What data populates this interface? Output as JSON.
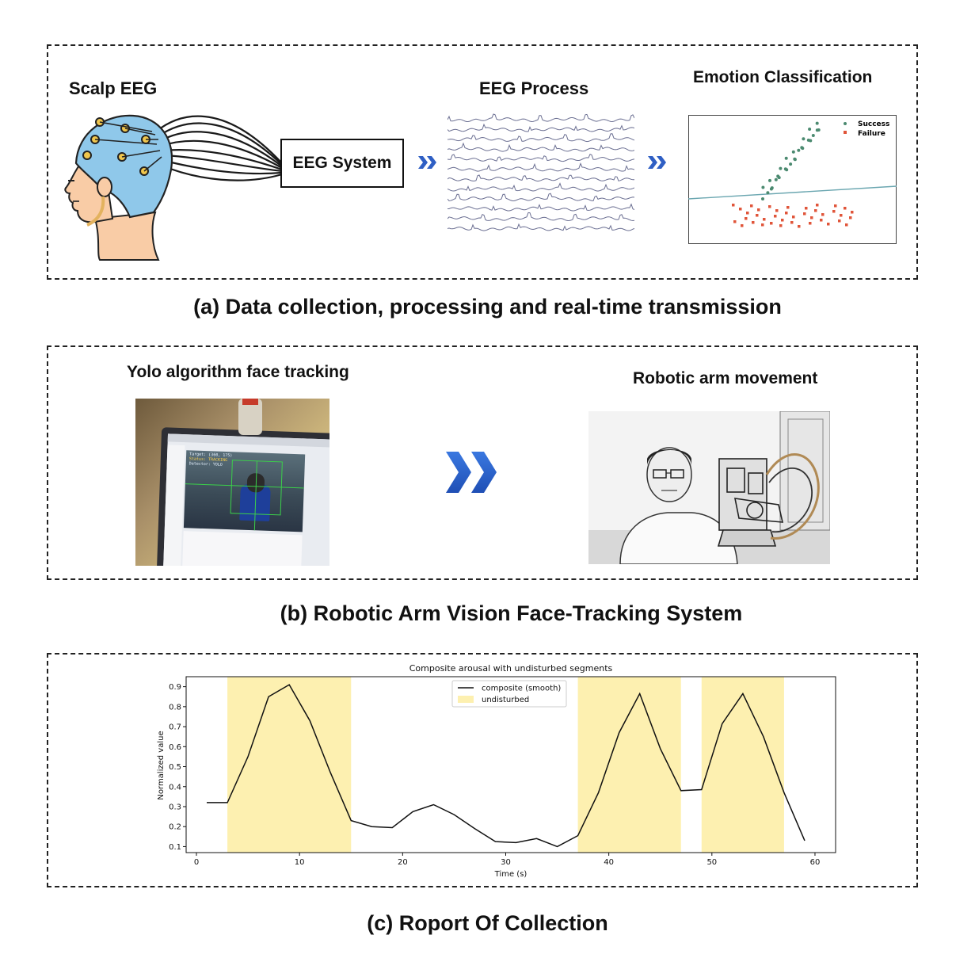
{
  "panel_a": {
    "scalp_label": "Scalp EEG",
    "system_label": "EEG System",
    "process_label": "EEG Process",
    "classify_label": "Emotion Classification",
    "legend": [
      "Success",
      "Failure"
    ],
    "colors": {
      "success": "#4b8a70",
      "failure": "#e0553a",
      "arrow": "#2f5fc4",
      "cap": "#8fc8ea",
      "skin": "#f9cca6",
      "boundary": "#6aa6b0"
    }
  },
  "panel_b": {
    "yolo_label": "Yolo algorithm face tracking",
    "arm_label": "Robotic arm movement",
    "overlay_lines": [
      "Target: (360, 175)",
      "Status: TRACKING",
      "Detector: YOLO"
    ]
  },
  "captions": {
    "a": "(a) Data collection, processing and real-time transmission",
    "b": "(b) Robotic Arm Vision Face-Tracking System",
    "c": "(c) Roport Of Collection"
  },
  "chart_data": {
    "type": "line",
    "title": "Composite arousal with undisturbed segments",
    "xlabel": "Time (s)",
    "ylabel": "Normalized value",
    "xlim": [
      -1,
      62
    ],
    "ylim": [
      0.07,
      0.95
    ],
    "xticks": [
      0,
      10,
      20,
      30,
      40,
      50,
      60
    ],
    "yticks": [
      0.1,
      0.2,
      0.3,
      0.4,
      0.5,
      0.6,
      0.7,
      0.8,
      0.9
    ],
    "legend_position": "top-center",
    "grid": false,
    "series": [
      {
        "name": "composite (smooth)",
        "color": "#111111",
        "x": [
          1,
          3,
          5,
          7,
          9,
          11,
          13,
          15,
          17,
          19,
          21,
          23,
          25,
          27,
          29,
          31,
          33,
          35,
          37,
          39,
          41,
          43,
          45,
          47,
          49,
          51,
          53,
          55,
          57,
          59
        ],
        "y": [
          0.32,
          0.32,
          0.55,
          0.85,
          0.91,
          0.73,
          0.47,
          0.23,
          0.2,
          0.195,
          0.275,
          0.31,
          0.26,
          0.19,
          0.125,
          0.12,
          0.14,
          0.1,
          0.155,
          0.37,
          0.67,
          0.865,
          0.59,
          0.38,
          0.385,
          0.715,
          0.865,
          0.65,
          0.37,
          0.13
        ]
      }
    ],
    "shaded": {
      "name": "undisturbed",
      "color": "#fdf0b0",
      "ranges": [
        [
          3,
          15
        ],
        [
          37,
          47
        ],
        [
          49,
          57
        ]
      ]
    }
  }
}
